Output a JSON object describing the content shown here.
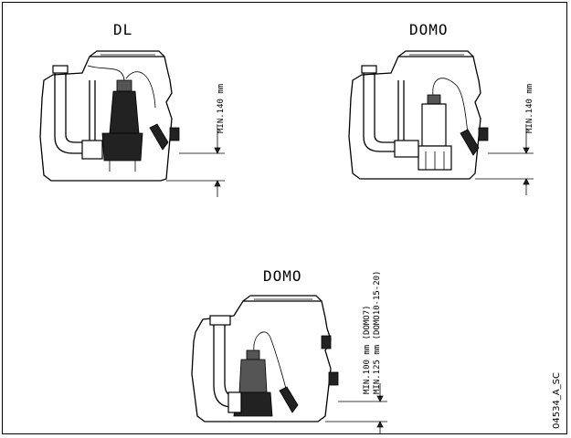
{
  "titles": {
    "dl": "DL",
    "domo_top": "DOMO",
    "domo_bottom": "DOMO"
  },
  "dimensions": {
    "dl_min": "MIN.140 mm",
    "domo_min": "MIN.140 mm",
    "domo07_min": "MIN.100 mm  (DOMO7)",
    "domo10_min": "MIN.125 mm  (DOMO10-15-20)"
  },
  "drawing_code": "04534_A_SC",
  "colors": {
    "line": "#000000",
    "background": "#ffffff",
    "pump_dark": "#222222"
  }
}
